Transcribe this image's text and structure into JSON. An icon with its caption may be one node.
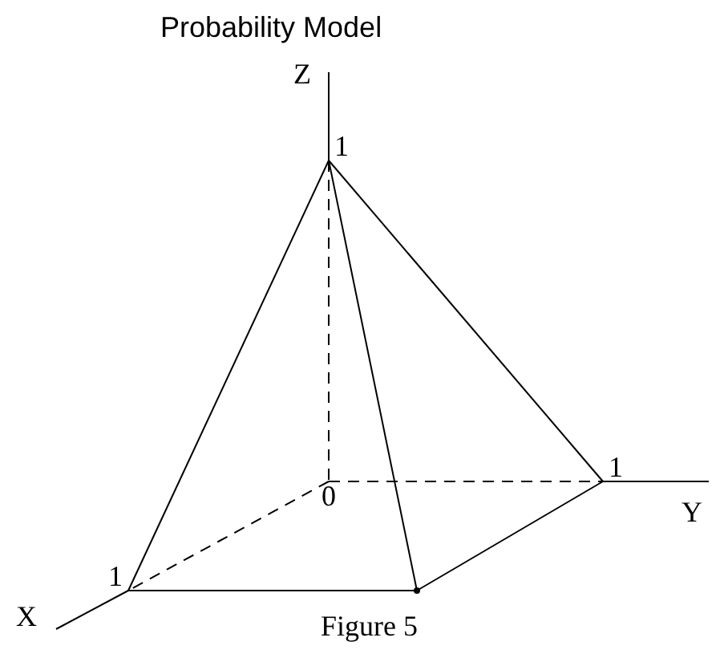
{
  "diagram": {
    "title": "Probability Model",
    "caption": "Figure 5",
    "nodes": [
      {
        "text": [
          "1"
        ]
      },
      {
        "text": [
          "1"
        ]
      },
      {
        "text": [
          "0"
        ]
      },
      {
        "text": [
          "1"
        ]
      },
      {
        "text": [],
        "shape": "point"
      }
    ],
    "edges": [
      {
        "from": 0,
        "to": 3,
        "arrow": "none"
      },
      {
        "from": 0,
        "to": 4,
        "arrow": "none"
      },
      {
        "from": 0,
        "to": 1,
        "arrow": "none"
      },
      {
        "from": 0,
        "to": 2,
        "arrow": "none",
        "style": "dashed"
      },
      {
        "from": 2,
        "to": 1,
        "arrow": "none",
        "style": "dashed"
      },
      {
        "from": 2,
        "to": 3,
        "arrow": "none",
        "style": "dashed"
      },
      {
        "from": 3,
        "to": 4,
        "arrow": "none"
      },
      {
        "from": 4,
        "to": 1,
        "arrow": "none"
      }
    ],
    "labels": [
      "Z",
      "Y",
      "X"
    ]
  }
}
